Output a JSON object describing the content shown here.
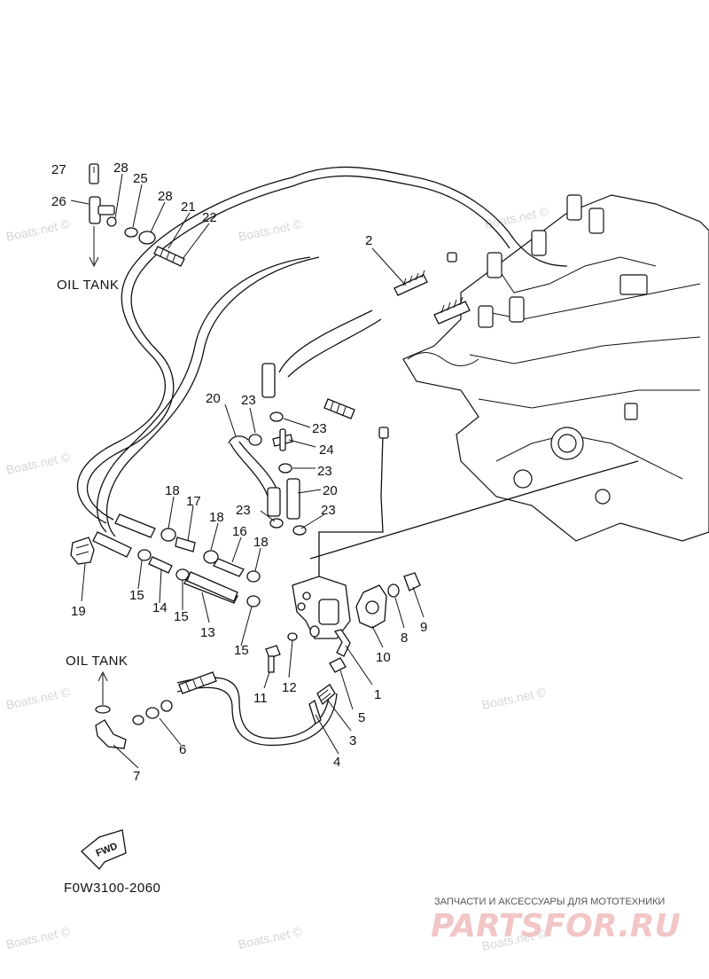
{
  "diagram": {
    "code": "F0W3100-2060",
    "oil_tank_top": "OIL TANK",
    "oil_tank_bottom": "OIL TANK",
    "fwd": "FWD"
  },
  "callouts": [
    "1",
    "2",
    "3",
    "4",
    "5",
    "6",
    "7",
    "8",
    "9",
    "10",
    "11",
    "12",
    "13",
    "14",
    "15",
    "15",
    "15",
    "16",
    "17",
    "18",
    "18",
    "18",
    "19",
    "20",
    "20",
    "21",
    "22",
    "23",
    "23",
    "23",
    "23",
    "23",
    "24",
    "25",
    "26",
    "27",
    "28",
    "28"
  ],
  "watermark": "Boats.net ©",
  "brand": {
    "tagline": "ЗАПЧАСТИ И АКСЕССУАРЫ ДЛЯ МОТОТЕХНИКИ",
    "logo": "PARTSFOR.RU"
  }
}
